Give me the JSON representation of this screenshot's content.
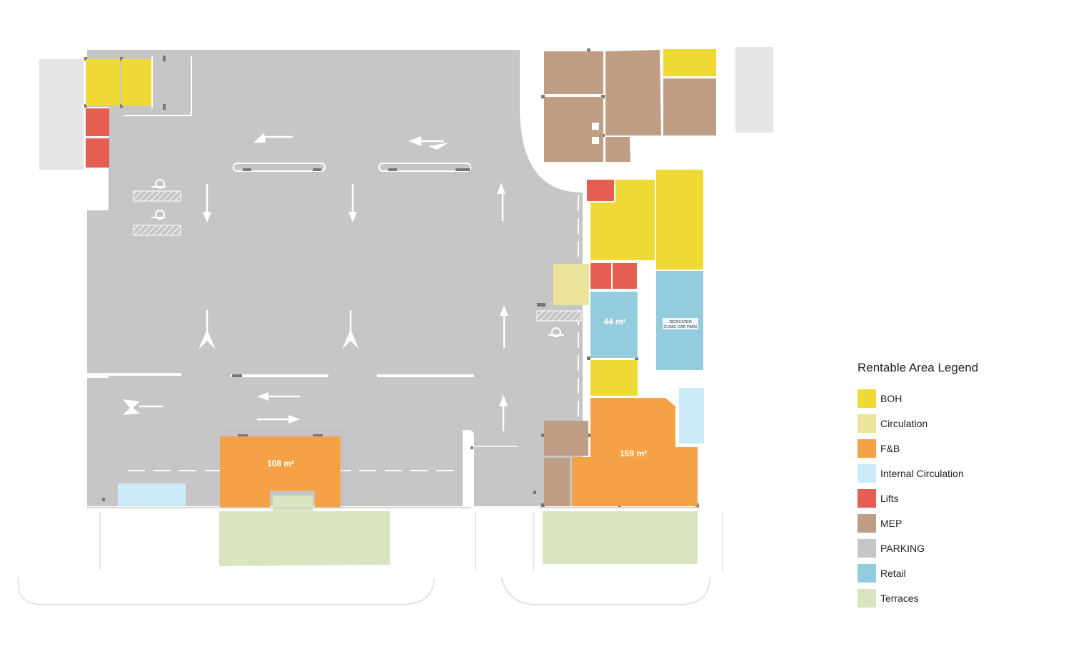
{
  "colors": {
    "boh": "#efd935",
    "circulation": "#ece49a",
    "fnb": "#f5a246",
    "internal_circulation": "#cdeaf8",
    "lifts": "#e55e52",
    "mep": "#c09e85",
    "parking": "#c6c6c6",
    "retail": "#93ccdc",
    "terraces": "#d9e5c0",
    "neighbor": "#e6e6e6"
  },
  "area_labels": {
    "fnb_west": "108 m²",
    "fnb_east": "159 m²",
    "retail_small": "44 m²"
  },
  "clinic_label": {
    "line1": "DEDICATED",
    "line2": "CLINIC CAR PARK"
  },
  "legend": {
    "title": "Rentable Area Legend",
    "items": [
      {
        "label": "BOH",
        "color": "#efd935"
      },
      {
        "label": "Circulation",
        "color": "#ece49a"
      },
      {
        "label": "F&B",
        "color": "#f5a246"
      },
      {
        "label": "Internal Circulation",
        "color": "#cdeaf8"
      },
      {
        "label": "Lifts",
        "color": "#e55e52"
      },
      {
        "label": "MEP",
        "color": "#c09e85"
      },
      {
        "label": "PARKING",
        "color": "#c6c6c6"
      },
      {
        "label": "Retail",
        "color": "#93ccdc"
      },
      {
        "label": "Terraces",
        "color": "#d9e5c0"
      }
    ]
  }
}
